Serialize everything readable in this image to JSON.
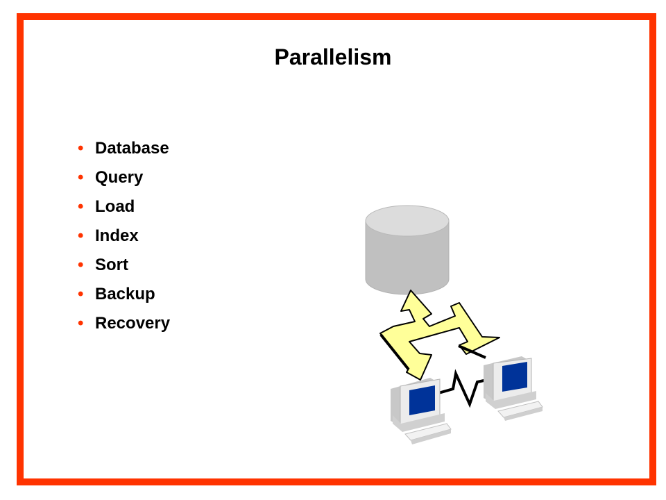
{
  "slide": {
    "title": "Parallelism",
    "bullet_symbol": "•",
    "bullets": [
      "Database",
      "Query",
      "Load",
      "Index",
      "Sort",
      "Backup",
      "Recovery"
    ]
  },
  "colors": {
    "frame": "#ff3300",
    "bullet": "#ff3300",
    "arrow_fill": "#ffff99",
    "database": "#c0c0c0",
    "screen": "#003399",
    "computer_body": "#e6e6e6"
  },
  "illustration": {
    "icons": [
      "database-cylinder-icon",
      "bidirectional-arrow-icon",
      "network-link-icon",
      "computer-icon",
      "computer-icon"
    ]
  }
}
